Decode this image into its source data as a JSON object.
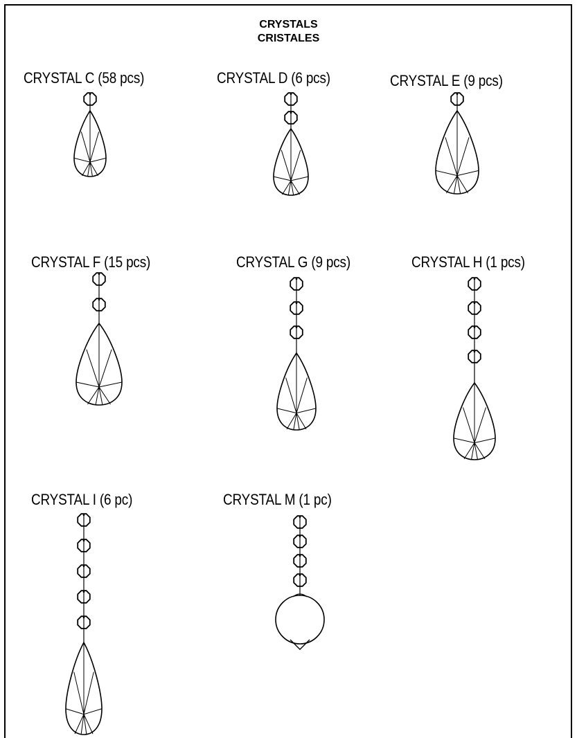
{
  "page": {
    "title": "CRYSTALS",
    "subtitle": "CRISTALES"
  },
  "crystals": [
    {
      "label": "CRYSTAL C (58 pcs)",
      "beads": 1,
      "pendant": "teardrop"
    },
    {
      "label": "CRYSTAL D (6 pcs)",
      "beads": 2,
      "pendant": "teardrop"
    },
    {
      "label": "CRYSTAL E (9 pcs)",
      "beads": 1,
      "pendant": "teardrop"
    },
    {
      "label": "CRYSTAL F (15 pcs)",
      "beads": 2,
      "pendant": "teardrop"
    },
    {
      "label": "CRYSTAL G (9 pcs)",
      "beads": 3,
      "pendant": "teardrop"
    },
    {
      "label": "CRYSTAL H (1 pcs)",
      "beads": 4,
      "pendant": "teardrop"
    },
    {
      "label": "CRYSTAL I (6 pc)",
      "beads": 5,
      "pendant": "teardrop"
    },
    {
      "label": "CRYSTAL M (1 pc)",
      "beads": 4,
      "pendant": "ball"
    }
  ]
}
